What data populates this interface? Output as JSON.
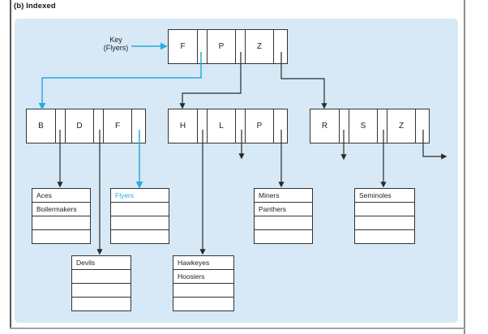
{
  "figure": {
    "label": "(b) Indexed"
  },
  "key_pointer": {
    "line1": "Key",
    "line2": "(Flyers)"
  },
  "nodes": {
    "root": {
      "keys": [
        "F",
        "P",
        "Z"
      ]
    },
    "child1": {
      "keys": [
        "B",
        "D",
        "F"
      ]
    },
    "child2": {
      "keys": [
        "H",
        "L",
        "P"
      ]
    },
    "child3": {
      "keys": [
        "R",
        "S",
        "Z"
      ]
    }
  },
  "blocks": {
    "aces": {
      "rows": [
        "Aces",
        "Boilermakers",
        "",
        ""
      ]
    },
    "flyers": {
      "rows": [
        "Flyers",
        "",
        "",
        ""
      ]
    },
    "devils": {
      "rows": [
        "Devils",
        "",
        "",
        ""
      ]
    },
    "hawkeyes": {
      "rows": [
        "Hawkeyes",
        "Hoosiers",
        "",
        ""
      ]
    },
    "miners": {
      "rows": [
        "Miners",
        "Panthers",
        "",
        ""
      ]
    },
    "seminoles": {
      "rows": [
        "Seminoles",
        "",
        "",
        ""
      ]
    }
  },
  "colors": {
    "accent": "#29aae1",
    "panel": "#d7e9f6",
    "ink": "#2a2a2a"
  }
}
